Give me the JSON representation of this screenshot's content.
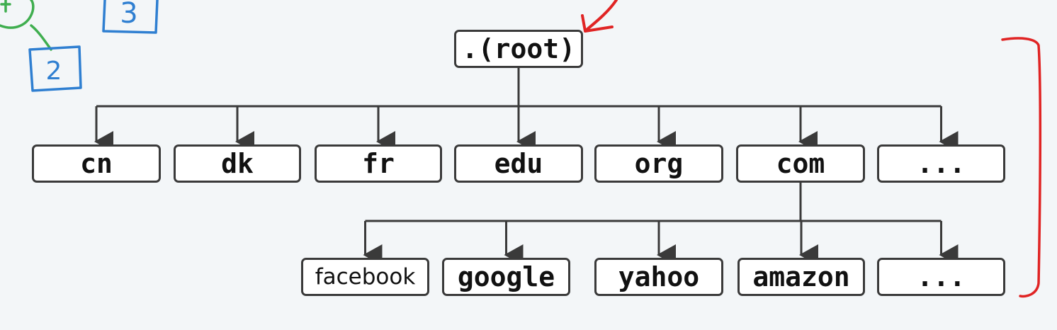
{
  "root": {
    "label": ".(root)"
  },
  "tld": [
    "cn",
    "dk",
    "fr",
    "edu",
    "org",
    "com",
    "..."
  ],
  "second_level": [
    "facebook",
    "google",
    "yahoo",
    "amazon",
    "..."
  ],
  "annotations": {
    "blue_box_3": "3",
    "blue_box_2": "2"
  },
  "colors": {
    "background": "#f3f6f8",
    "line": "#3a3a3a",
    "annotation_red": "#e02424",
    "annotation_blue": "#2f7fd1",
    "annotation_green": "#3fae4f"
  }
}
